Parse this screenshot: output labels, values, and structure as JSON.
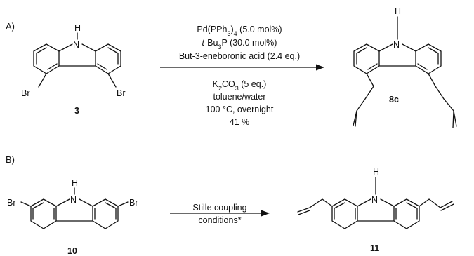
{
  "panels": {
    "a": {
      "label": "A)",
      "reactant": {
        "number": "3",
        "substituent_left": "Br",
        "substituent_right": "Br",
        "nh": "N",
        "h": "H"
      },
      "conditions_above": [
        "Pd(PPh3)4 (5.0 mol%)",
        "t-Bu3P (30.0 mol%)",
        "But-3-eneboronic acid (2.4 eq.)"
      ],
      "conditions_below": [
        "K2CO3 (5 eq.)",
        "toluene/water",
        "100 °C, overnight",
        "41 %"
      ],
      "product": {
        "number": "8c",
        "nh": "N",
        "h": "H"
      }
    },
    "b": {
      "label": "B)",
      "reactant": {
        "number": "10",
        "substituent_left": "Br",
        "substituent_right": "Br",
        "nh": "N",
        "h": "H"
      },
      "conditions_above": [
        "Stille coupling",
        "conditions*"
      ],
      "product": {
        "number": "11",
        "nh": "N",
        "h": "H"
      }
    }
  }
}
